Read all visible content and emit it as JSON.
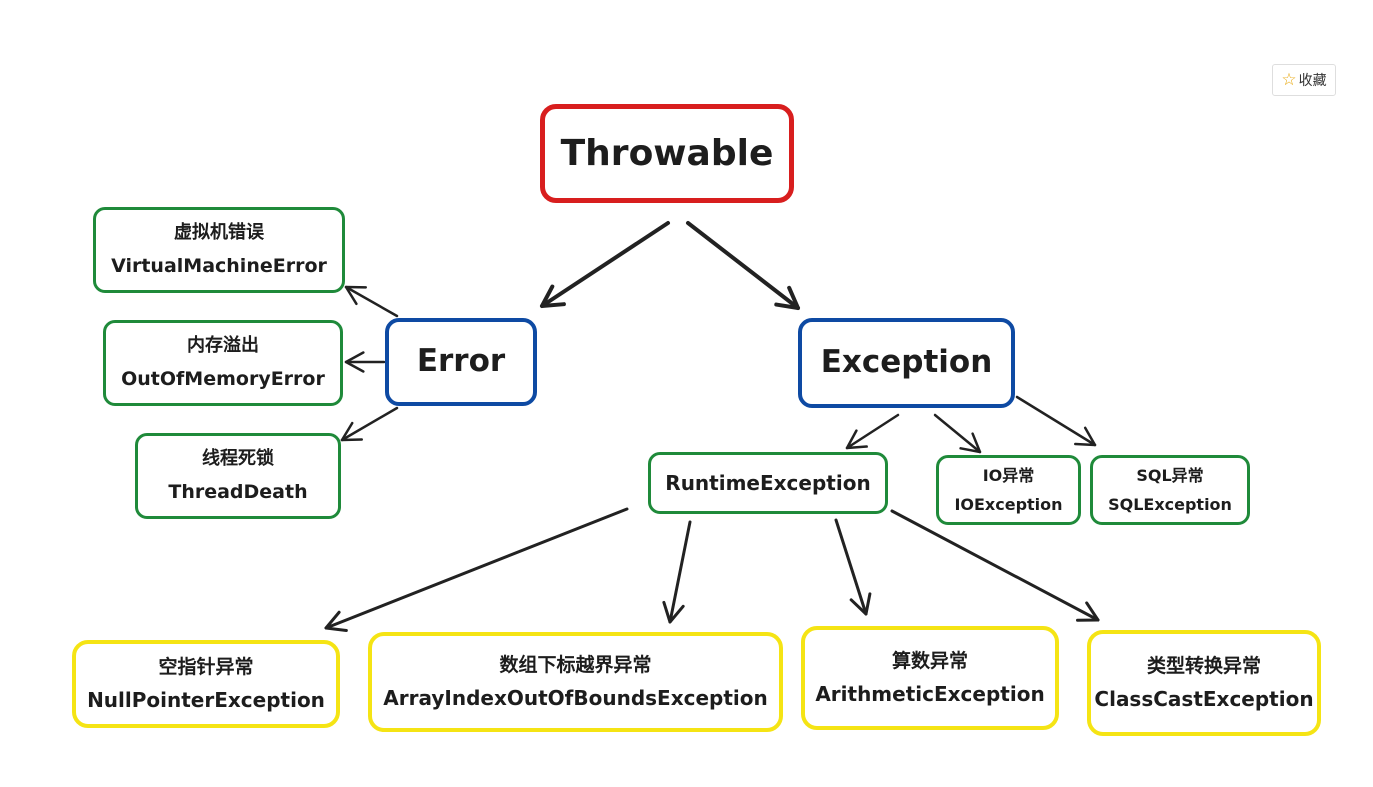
{
  "bookmark": {
    "icon": "star-icon",
    "label": "收藏"
  },
  "colors": {
    "root": "#d81e1e",
    "category": "#0e4aa3",
    "subclass": "#1f8a3a",
    "runtime_subclass": "#f5e414",
    "arrow": "#222222"
  },
  "nodes": {
    "throwable": {
      "en": "Throwable"
    },
    "error": {
      "en": "Error"
    },
    "exception": {
      "en": "Exception"
    },
    "virtual_machine_error": {
      "cn": "虚拟机错误",
      "en": "VirtualMachineError"
    },
    "out_of_memory_error": {
      "cn": "内存溢出",
      "en": "OutOfMemoryError"
    },
    "thread_death": {
      "cn": "线程死锁",
      "en": "ThreadDeath"
    },
    "runtime_exception": {
      "en": "RuntimeException"
    },
    "io_exception": {
      "cn": "IO异常",
      "en": "IOException"
    },
    "sql_exception": {
      "cn": "SQL异常",
      "en": "SQLException"
    },
    "null_pointer_exception": {
      "cn": "空指针异常",
      "en": "NullPointerException"
    },
    "array_index_exception": {
      "cn": "数组下标越界异常",
      "en": "ArrayIndexOutOfBoundsException"
    },
    "arithmetic_exception": {
      "cn": "算数异常",
      "en": "ArithmeticException"
    },
    "class_cast_exception": {
      "cn": "类型转换异常",
      "en": "ClassCastException"
    }
  },
  "edges": [
    {
      "from": "throwable",
      "to": "error"
    },
    {
      "from": "throwable",
      "to": "exception"
    },
    {
      "from": "error",
      "to": "virtual_machine_error"
    },
    {
      "from": "error",
      "to": "out_of_memory_error"
    },
    {
      "from": "error",
      "to": "thread_death"
    },
    {
      "from": "exception",
      "to": "runtime_exception"
    },
    {
      "from": "exception",
      "to": "io_exception"
    },
    {
      "from": "exception",
      "to": "sql_exception"
    },
    {
      "from": "runtime_exception",
      "to": "null_pointer_exception"
    },
    {
      "from": "runtime_exception",
      "to": "array_index_exception"
    },
    {
      "from": "runtime_exception",
      "to": "arithmetic_exception"
    },
    {
      "from": "runtime_exception",
      "to": "class_cast_exception"
    }
  ]
}
